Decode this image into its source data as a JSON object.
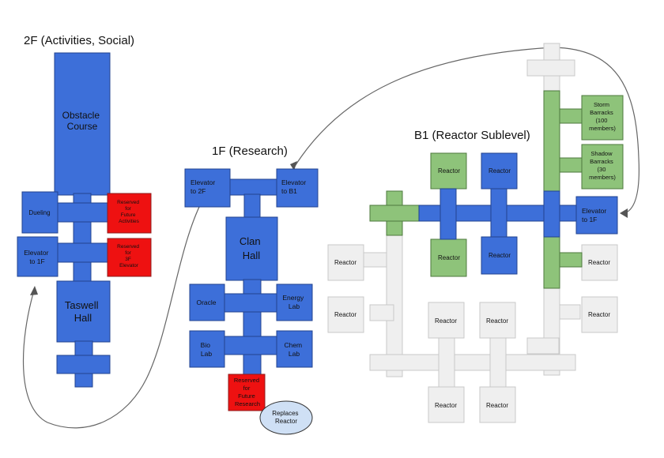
{
  "titles": {
    "floor_2f": "2F (Activities, Social)",
    "floor_1f": "1F (Research)",
    "floor_b1": "B1 (Reactor Sublevel)"
  },
  "rooms_2f": {
    "obstacle_course": [
      "Obstacle",
      "Course"
    ],
    "dueling": [
      "Dueling"
    ],
    "reserved_activities": [
      "Reserved",
      "for",
      "Future",
      "Activities"
    ],
    "elevator_1f": [
      "Elevator",
      "to 1F"
    ],
    "reserved_3f": [
      "Reserved",
      "for",
      "3F",
      "Elevator"
    ],
    "taswell_hall": [
      "Taswell",
      "Hall"
    ]
  },
  "rooms_1f": {
    "elevator_2f": [
      "Elevator",
      "to 2F"
    ],
    "elevator_b1": [
      "Elevator",
      "to B1"
    ],
    "clan_hall": [
      "Clan",
      "Hall"
    ],
    "oracle": [
      "Oracle"
    ],
    "energy_lab": [
      "Energy",
      "Lab"
    ],
    "bio_lab": [
      "Bio",
      "Lab"
    ],
    "chem_lab": [
      "Chem",
      "Lab"
    ],
    "reserved_research": [
      "Reserved",
      "for",
      "Future",
      "Research"
    ],
    "replaces_reactor": [
      "Replaces",
      "Reactor"
    ]
  },
  "rooms_b1": {
    "storm_barracks": [
      "Storm",
      "Barracks",
      "(100",
      "members)"
    ],
    "shadow_barracks": [
      "Shadow",
      "Barracks",
      "(30",
      "members)"
    ],
    "elevator_1f": [
      "Elevator",
      "to 1F"
    ],
    "reactor": "Reactor"
  },
  "colors": {
    "built": "#3d6fd9",
    "reserved": "#ee1111",
    "reactor_built": "#8ec37a",
    "planned": "#efefef"
  }
}
